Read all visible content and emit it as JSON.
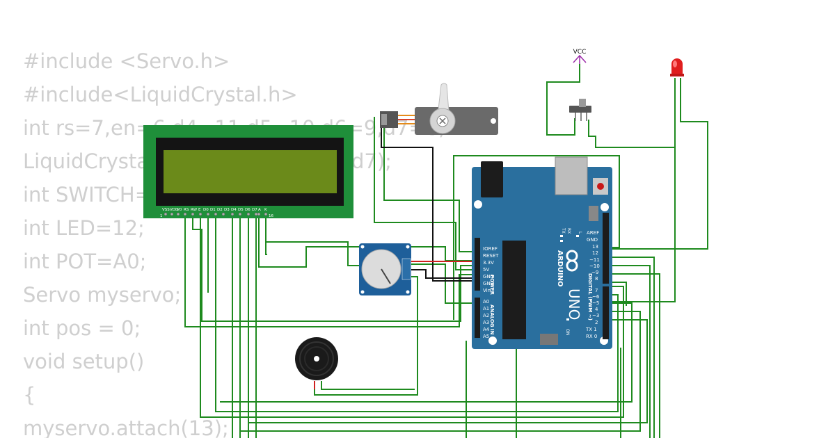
{
  "code_lines": [
    "#include <Servo.h>",
    "#include<LiquidCrystal.h>",
    "int rs=7,en=6,d4=11,d5=10,d6=9,d7=8;",
    "LiquidCrystal lcd(rs,en,d4,d5,d6,d7);",
    "int SWITCH=",
    "int LED=12;",
    "int POT=A0;",
    "Servo myservo;",
    "int pos = 0;",
    "void setup()",
    "{",
    "myservo.attach(13);"
  ],
  "vcc_label": "VCC",
  "lcd": {
    "pin_labels": [
      "VSS",
      "VDD",
      "V0",
      "RS",
      "RW",
      "E",
      "D0",
      "D1",
      "D2",
      "D3",
      "D4",
      "D5",
      "D6",
      "D7",
      "A",
      "K"
    ],
    "pin_first": "1",
    "pin_last": "16"
  },
  "arduino": {
    "brand": "ARDUINO",
    "model": "UNO",
    "power_label": "POWER",
    "power_pins": [
      "IOREF",
      "RESET",
      "3.3V",
      "5V",
      "GND",
      "GND",
      "Vin"
    ],
    "analog_label": "ANALOG IN",
    "analog_pins": [
      "A0",
      "A1",
      "A2",
      "A3",
      "A4",
      "A5"
    ],
    "digital_label": "DIGITAL (PWM ~)",
    "digital_top": [
      "AREF",
      "GND",
      "13",
      "12",
      "~11",
      "~10",
      "~9",
      "8"
    ],
    "digital_bottom": [
      "7",
      "~6",
      "~5",
      "4",
      "~3",
      "2",
      "TX 1",
      "RX 0"
    ],
    "led_labels": [
      "TX",
      "RX",
      "L",
      "ON"
    ]
  },
  "colors": {
    "wire": "#1e8a1e",
    "board": "#2a6f9e",
    "lcd_pcb": "#1f8f3a",
    "lcd_screen": "#6b8a1a",
    "code_text": "#cfcfcf",
    "vcc": "#9b2aa8",
    "led": "#e01e1e"
  }
}
